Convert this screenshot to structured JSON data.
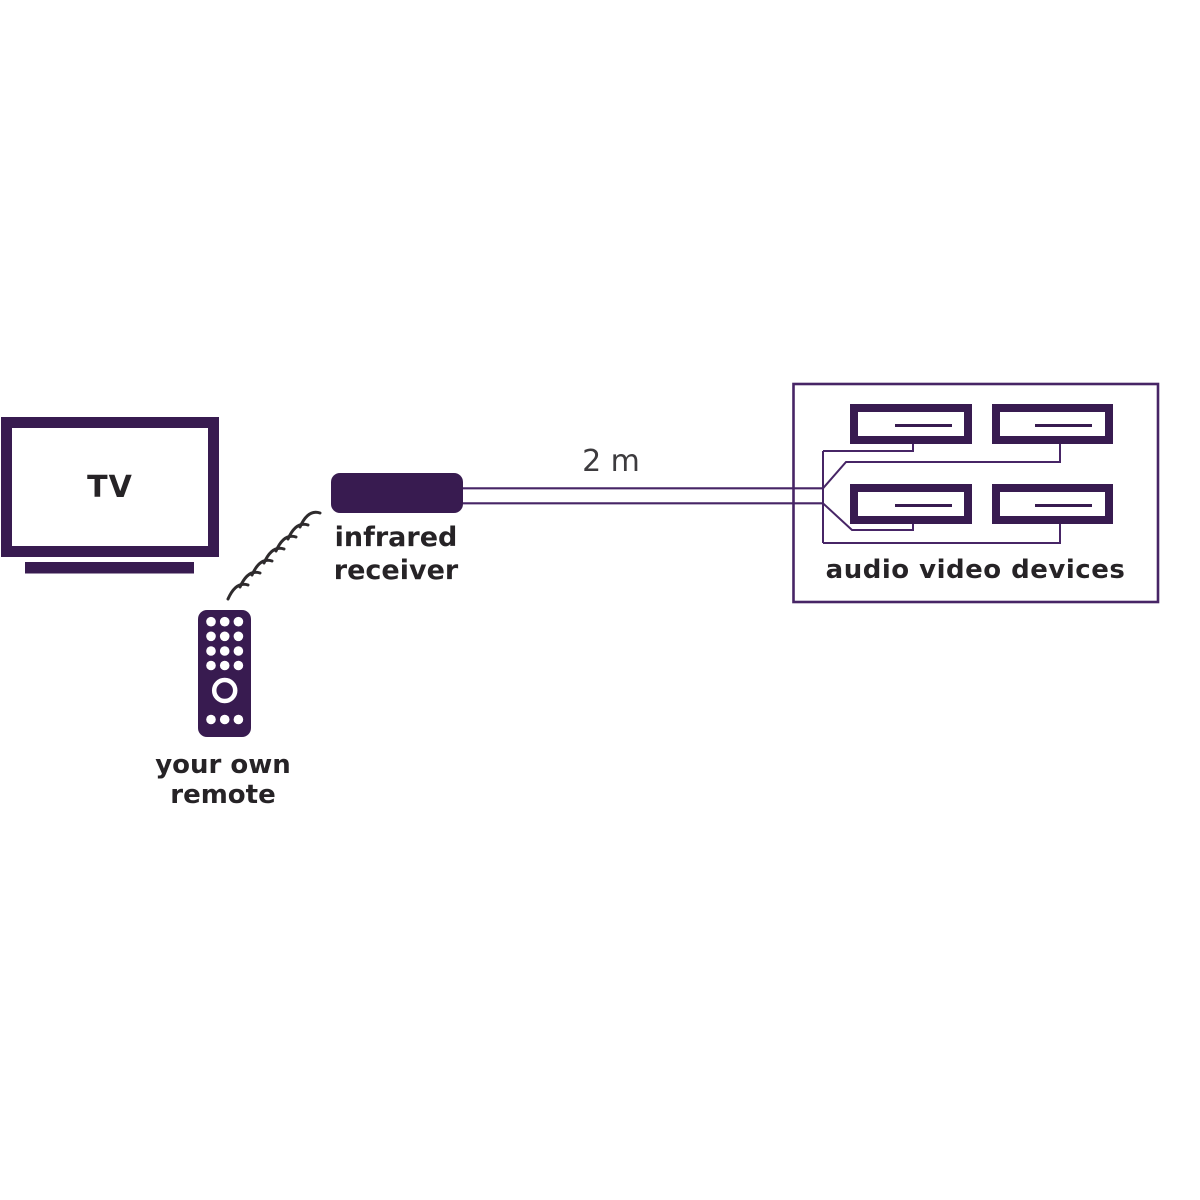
{
  "labels": {
    "tv": "TV",
    "infrared_receiver": {
      "line1": "infrared",
      "line2": "receiver"
    },
    "own_remote": {
      "line1": "your own",
      "line2": "remote"
    },
    "av_devices": "audio video devices",
    "cable_length": "2 m"
  },
  "colors": {
    "primary_dark_purple": "#381B50",
    "wire_purple": "#472566",
    "signal_wave_black": "#2E2B2D",
    "label_text": "#262326",
    "length_text": "#3d3b3e",
    "background": "#ffffff"
  },
  "icons": {
    "tv": "tv-icon",
    "remote": "remote-control-icon",
    "receiver": "infrared-receiver-icon",
    "signal": "ir-signal-waves-icon",
    "av_device": "av-device-icon"
  },
  "devices_in_box": 4,
  "signal_wave_count": 7
}
